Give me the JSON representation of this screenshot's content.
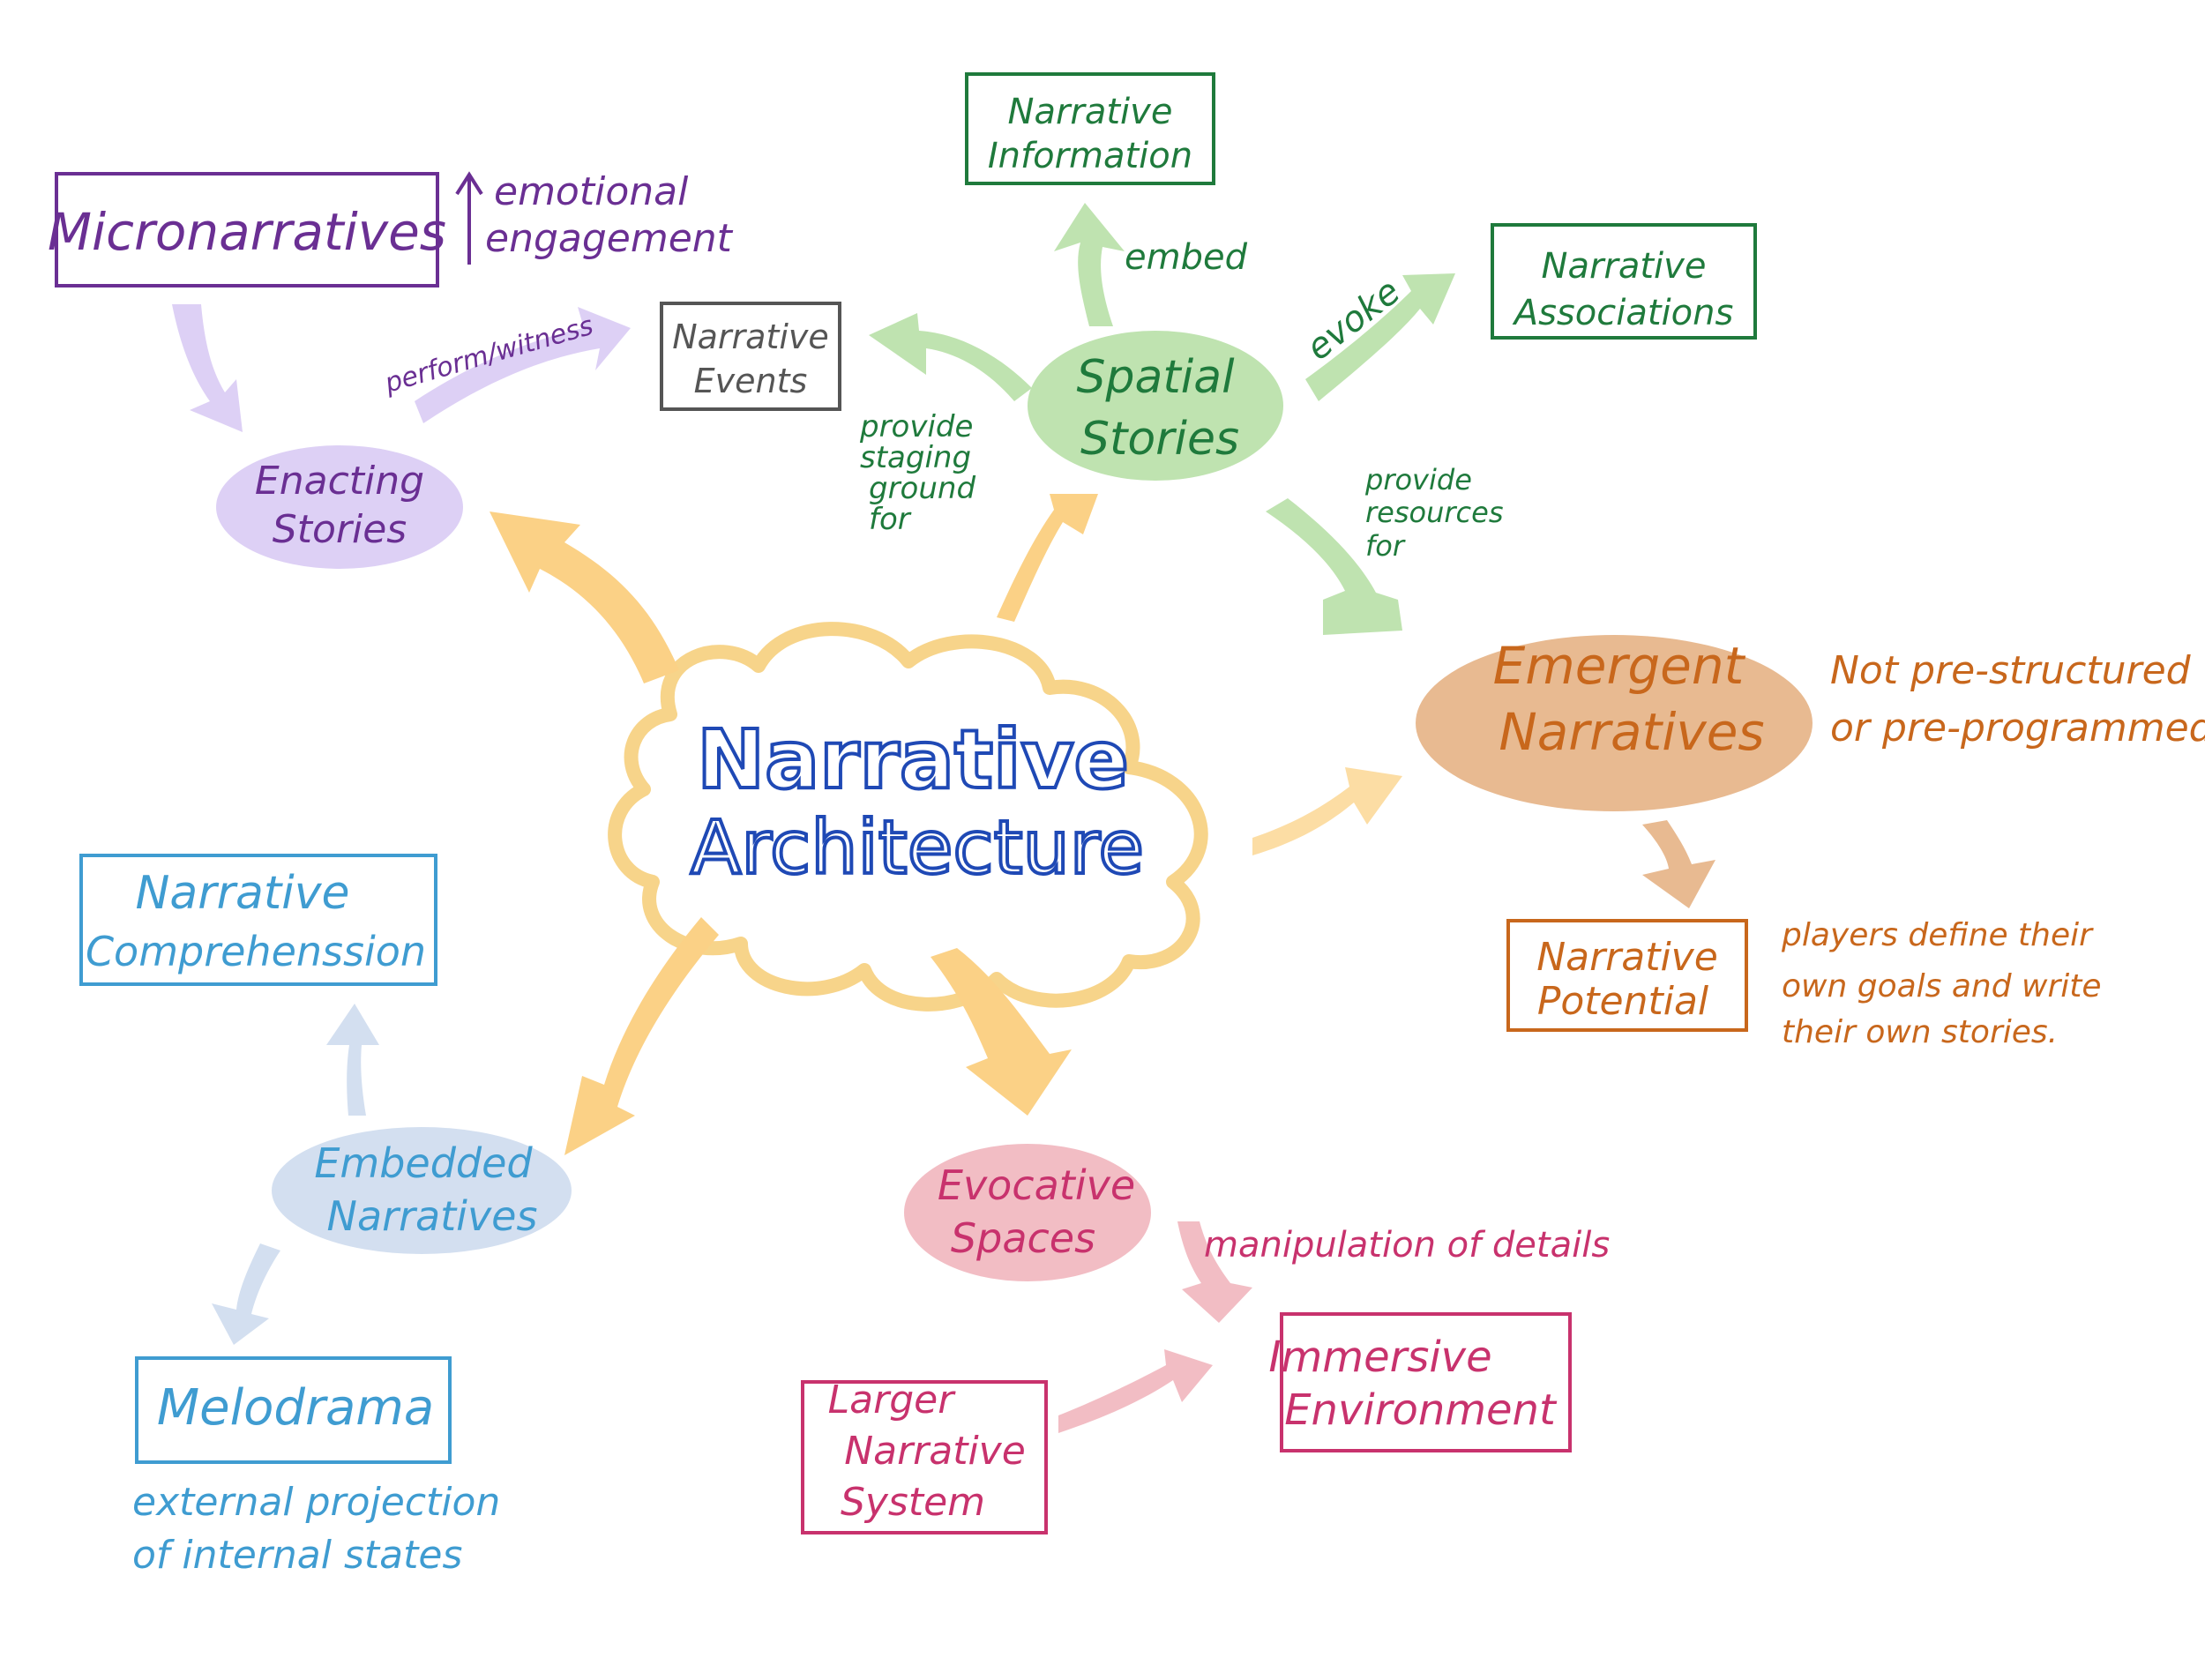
{
  "title": {
    "line1": "Narrative",
    "line2": "Architecture"
  },
  "colors": {
    "title": "#1f49b5",
    "center_cloud": "#f7d48a",
    "main_arrow": "#fbd186",
    "purple": "#6a2f93",
    "purple_fill": "#ddd0f5",
    "green": "#1f7a3c",
    "green_fill": "#bfe3b0",
    "orange": "#c8671c",
    "orange_fill": "#e8ba91",
    "blue": "#3f9cd1",
    "blue_fill": "#d3dff0",
    "pink": "#c8326d",
    "pink_fill": "#f2bdc4",
    "gray": "#555555"
  },
  "purple_branch": {
    "micronarratives": "Micronarratives",
    "emotional_1": "emotional",
    "emotional_2": "engagement",
    "perform_witness": "perform/witness",
    "enacting_1": "Enacting",
    "enacting_2": "Stories"
  },
  "green_branch": {
    "events_1": "Narrative",
    "events_2": "Events",
    "information_1": "Narrative",
    "information_2": "Information",
    "embed": "embed",
    "associations_1": "Narrative",
    "associations_2": "Associations",
    "evoke": "evoke",
    "spatial_1": "Spatial",
    "spatial_2": "Stories",
    "staging_1": "provide",
    "staging_2": "staging",
    "staging_3": "ground",
    "staging_4": "for",
    "resources_1": "provide",
    "resources_2": "resources",
    "resources_3": "for"
  },
  "orange_branch": {
    "emergent_1": "Emergent",
    "emergent_2": "Narratives",
    "note_1": "Not pre-structured",
    "note_2": "or pre-programmed",
    "potential_1": "Narrative",
    "potential_2": "Potential",
    "players_1": "players define their",
    "players_2": "own goals and write",
    "players_3": "their own stories."
  },
  "blue_branch": {
    "comprehension_1": "Narrative",
    "comprehension_2": "Comprehenssion",
    "embedded_1": "Embedded",
    "embedded_2": "Narratives",
    "melodrama": "Melodrama",
    "projection_1": "external projection",
    "projection_2": "of internal states"
  },
  "pink_branch": {
    "evocative_1": "Evocative",
    "evocative_2": "Spaces",
    "manipulation": "manipulation of details",
    "immersive_1": "Immersive",
    "immersive_2": "Environment",
    "larger_1": "Larger",
    "larger_2": "Narrative",
    "larger_3": "System"
  }
}
